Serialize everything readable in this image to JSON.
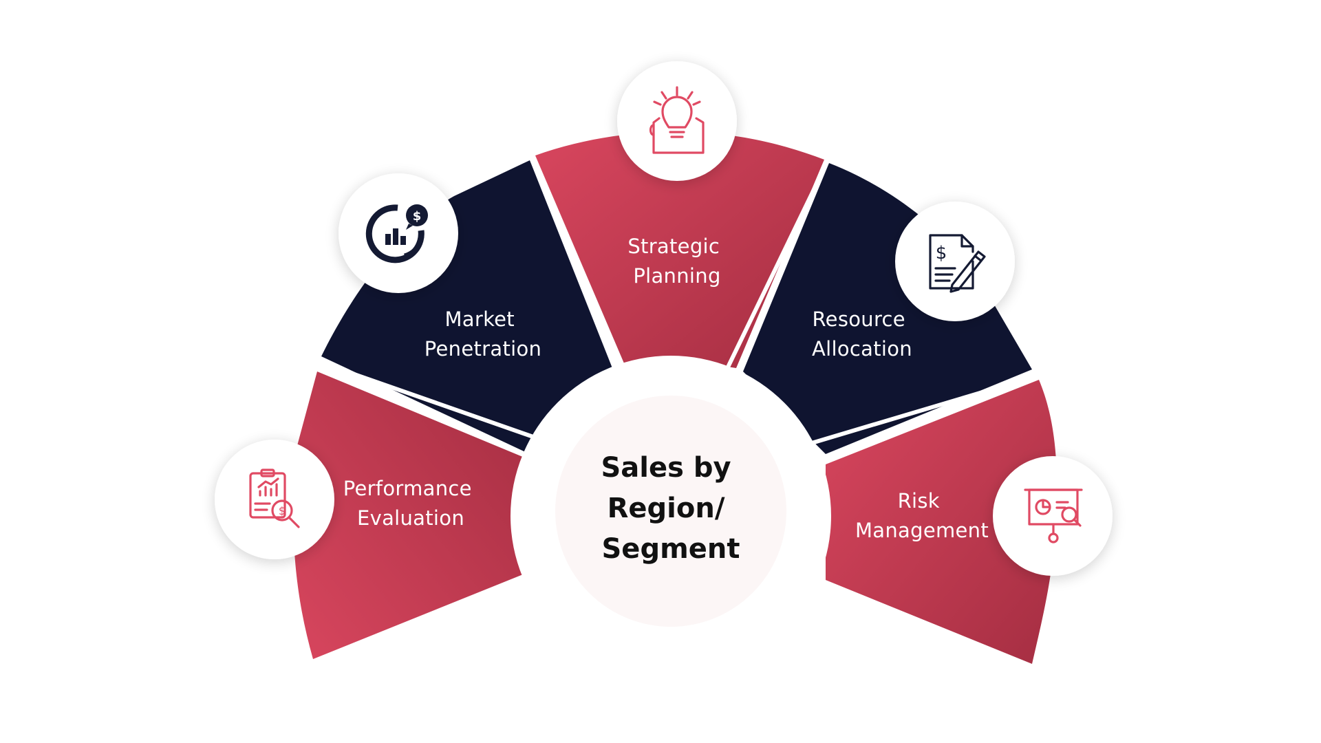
{
  "center": {
    "lines": [
      "Sales by",
      "Region/",
      "Segment"
    ]
  },
  "segments": [
    {
      "lines": [
        "Performance",
        "Evaluation"
      ],
      "icon": "clipboard-dollar-search-icon",
      "color": "crimson"
    },
    {
      "lines": [
        "Market",
        "Penetration"
      ],
      "icon": "chart-dollar-icon",
      "color": "navy"
    },
    {
      "lines": [
        "Strategic",
        "Planning"
      ],
      "icon": "lightbulb-plan-icon",
      "color": "crimson"
    },
    {
      "lines": [
        "Resource",
        "Allocation"
      ],
      "icon": "invoice-pen-icon",
      "color": "navy"
    },
    {
      "lines": [
        "Risk",
        "Management"
      ],
      "icon": "presentation-board-search-icon",
      "color": "crimson"
    }
  ],
  "colors": {
    "crimson_light": "#D8465E",
    "crimson_dark": "#A52E42",
    "navy": "#0F1430",
    "icon_accent": "#E04A63",
    "icon_dark": "#141A33",
    "hub_fill": "#FCF6F6"
  }
}
